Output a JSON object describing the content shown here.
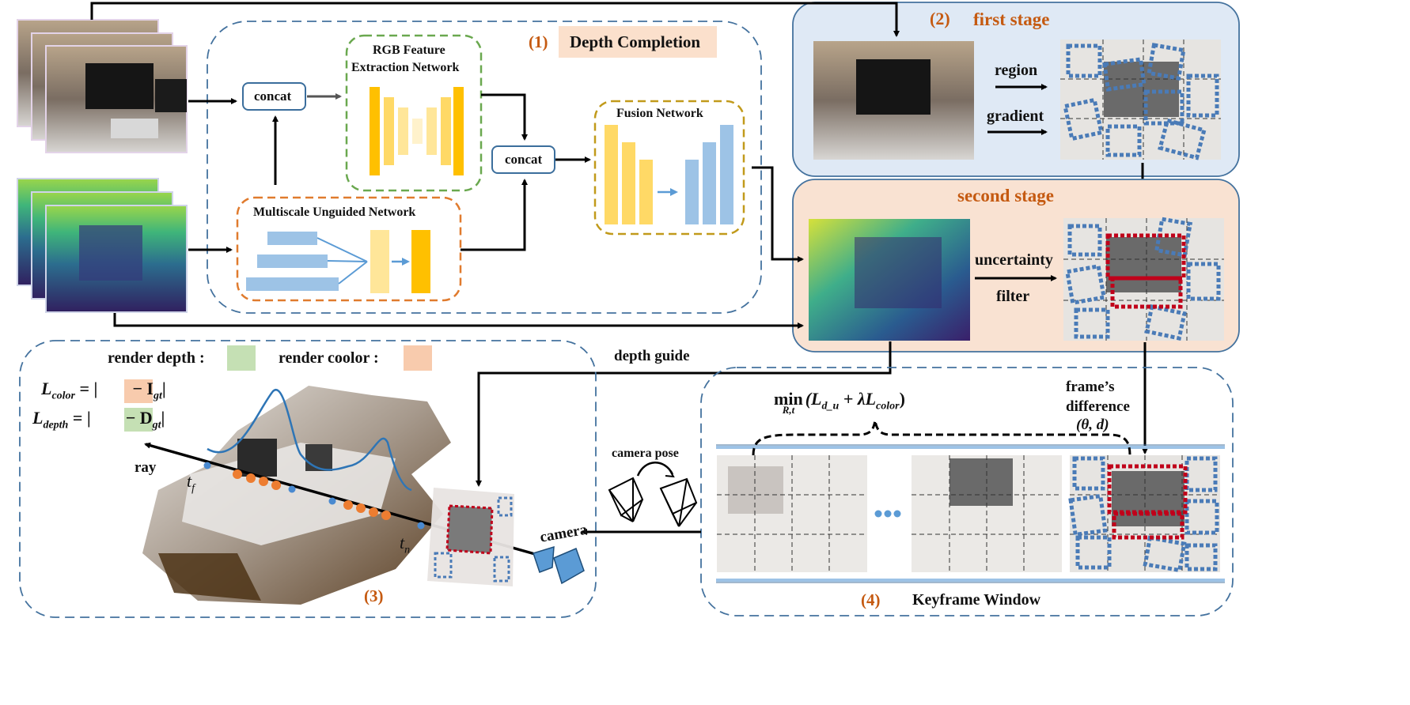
{
  "sections": {
    "depth_completion": {
      "number": "(1)",
      "title": "Depth Completion"
    },
    "first_stage": {
      "number": "(2)",
      "title": "first stage"
    },
    "second_stage": {
      "title": "second stage"
    },
    "render": {
      "number": "(3)"
    },
    "keyframe": {
      "number": "(4)",
      "title": "Keyframe Window"
    }
  },
  "blocks": {
    "concat": "concat",
    "rgb_feature_line1": "RGB Feature",
    "rgb_feature_line2": "Extraction Network",
    "fusion": "Fusion Network",
    "multiscale": "Multiscale Unguided Network"
  },
  "labels": {
    "region": "region",
    "gradient": "gradient",
    "uncertainty": "uncertainty",
    "filter": "filter",
    "depth_guide": "depth guide",
    "frames_line1": "frame’s",
    "frames_line2": "difference",
    "frames_line3": "(θ, d)",
    "camera_pose": "camera pose",
    "camera": "camera",
    "ray": "ray",
    "t_f": "t",
    "t_f_sub": "f",
    "t_n": "t",
    "t_n_sub": "n",
    "render_depth": "render depth :",
    "render_color": "render coolor :",
    "l_color": "L",
    "l_color_sub": "color",
    "l_color_rhs": "= |        − I",
    "l_color_gt": "gt",
    "l_color_end": "|",
    "l_depth": "L",
    "l_depth_sub": "depth",
    "l_depth_rhs": "= |        − D",
    "l_depth_gt": "gt",
    "l_depth_end": "|",
    "min": "min",
    "min_sub": "R,t",
    "objective": "(L",
    "objective_sub": "d_u",
    "objective_mid": " + λL",
    "objective_sub2": "color",
    "objective_end": ")",
    "ellipsis": "• • •"
  },
  "colors": {
    "dashed_border": "#44729e",
    "stage1_bg": "#dfe9f5",
    "stage2_bg": "#f9e2d2",
    "rgb_box": "#6aa84f",
    "multiscale_box": "#e07b2e",
    "fusion_box": "#c19a1b",
    "yellow": "#ffc000",
    "light_yellow": "#ffe699",
    "blue_bar": "#9dc3e6",
    "render_depth_swatch": "#c5e0b4",
    "render_color_swatch": "#f8cbad",
    "title_orange": "#c55a11",
    "patch_blue": "#4a7bb7",
    "patch_red": "#c0001a"
  }
}
